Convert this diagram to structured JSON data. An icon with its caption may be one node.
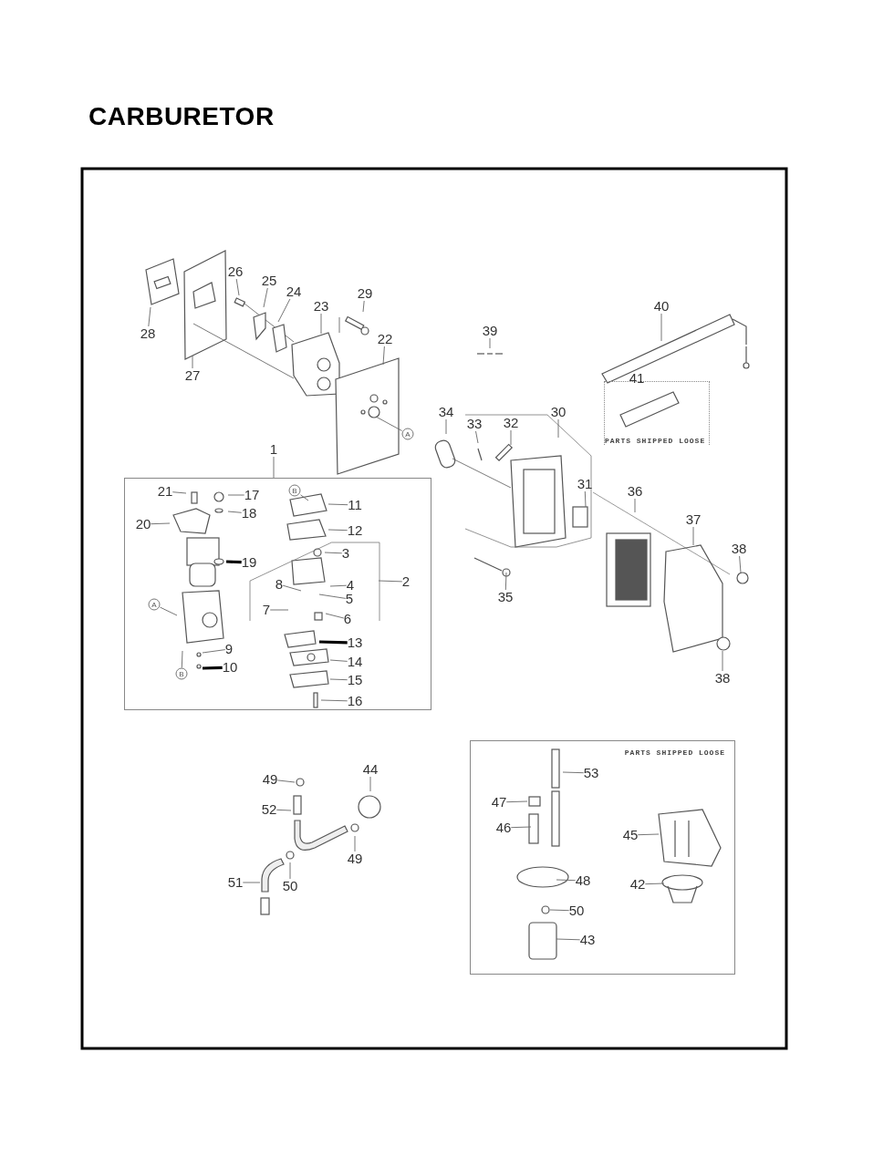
{
  "diagram": {
    "title": "CARBURETOR",
    "nodes": [
      {
        "text": [
          "28"
        ]
      },
      {
        "text": [
          "26"
        ]
      },
      {
        "text": [
          "25"
        ]
      },
      {
        "text": [
          "24"
        ]
      },
      {
        "text": [
          "23"
        ]
      },
      {
        "text": [
          "29"
        ]
      },
      {
        "text": [
          "22"
        ]
      },
      {
        "text": [
          "27"
        ]
      },
      {
        "text": [
          "A"
        ]
      },
      {
        "text": [
          "40"
        ]
      },
      {
        "text": [
          "39"
        ]
      },
      {
        "text": [
          "PARTS SHIPPED LOOSE"
        ]
      },
      {
        "text": [
          "41"
        ],
        "in": 11
      },
      {
        "text": [
          "34"
        ]
      },
      {
        "text": [
          "30"
        ]
      },
      {
        "text": [
          "33"
        ]
      },
      {
        "text": [
          "32"
        ]
      },
      {
        "text": [
          "1"
        ]
      },
      {
        "text": [],
        "shape": "box"
      },
      {
        "text": [
          "31"
        ]
      },
      {
        "text": [
          "36"
        ]
      },
      {
        "text": [
          "37"
        ]
      },
      {
        "text": [
          "38"
        ]
      },
      {
        "text": [
          "35"
        ]
      },
      {
        "text": [
          "38"
        ]
      },
      {
        "text": [
          "21"
        ],
        "in": 18
      },
      {
        "text": [
          "17"
        ],
        "in": 18
      },
      {
        "text": [
          "B"
        ],
        "in": 18
      },
      {
        "text": [
          "11"
        ],
        "in": 18
      },
      {
        "text": [
          "18"
        ],
        "in": 18
      },
      {
        "text": [
          "20"
        ],
        "in": 18
      },
      {
        "text": [
          "12"
        ],
        "in": 18
      },
      {
        "text": [],
        "shape": "bracket",
        "in": 18
      },
      {
        "text": [
          "3"
        ],
        "in": 32
      },
      {
        "text": [
          "19"
        ],
        "in": 18
      },
      {
        "text": [
          "2"
        ],
        "in": 18
      },
      {
        "text": [
          "4"
        ],
        "in": 32
      },
      {
        "text": [
          "8"
        ],
        "in": 32
      },
      {
        "text": [
          "5"
        ],
        "in": 32
      },
      {
        "text": [
          "7"
        ],
        "in": 32
      },
      {
        "text": [
          "6"
        ],
        "in": 32
      },
      {
        "text": [
          "A"
        ],
        "in": 18
      },
      {
        "text": [
          "13"
        ],
        "in": 18
      },
      {
        "text": [
          "9"
        ],
        "in": 18
      },
      {
        "text": [
          "14"
        ],
        "in": 18
      },
      {
        "text": [
          "10"
        ],
        "in": 18
      },
      {
        "text": [
          "B"
        ],
        "in": 18
      },
      {
        "text": [
          "15"
        ],
        "in": 18
      },
      {
        "text": [
          "16"
        ],
        "in": 18
      },
      {
        "text": [
          "PARTS SHIPPED LOOSE"
        ]
      },
      {
        "text": [
          "44"
        ]
      },
      {
        "text": [
          "49"
        ]
      },
      {
        "text": [
          "52"
        ]
      },
      {
        "text": [
          "49"
        ]
      },
      {
        "text": [
          "51"
        ]
      },
      {
        "text": [
          "50"
        ]
      },
      {
        "text": [
          "53"
        ],
        "in": 49
      },
      {
        "text": [
          "47"
        ],
        "in": 49
      },
      {
        "text": [
          "46"
        ],
        "in": 49
      },
      {
        "text": [
          "45"
        ],
        "in": 49
      },
      {
        "text": [
          "48"
        ],
        "in": 49
      },
      {
        "text": [
          "42"
        ],
        "in": 49
      },
      {
        "text": [
          "50"
        ],
        "in": 49
      },
      {
        "text": [
          "43"
        ],
        "in": 49
      }
    ],
    "edges": [
      {
        "from": 0,
        "to": null,
        "arrow": "none"
      },
      {
        "from": 1,
        "to": null,
        "arrow": "none"
      },
      {
        "from": 2,
        "to": null,
        "arrow": "none"
      },
      {
        "from": 3,
        "to": null,
        "arrow": "none"
      },
      {
        "from": 4,
        "to": null,
        "arrow": "none"
      },
      {
        "from": 5,
        "to": null,
        "arrow": "none"
      },
      {
        "from": 6,
        "to": null,
        "arrow": "none"
      },
      {
        "from": 7,
        "to": null,
        "arrow": "none"
      },
      {
        "from": 8,
        "to": null,
        "arrow": "none"
      },
      {
        "from": 9,
        "to": null,
        "arrow": "none"
      },
      {
        "from": 10,
        "to": null,
        "arrow": "none"
      },
      {
        "from": 13,
        "to": null,
        "arrow": "none"
      },
      {
        "from": 14,
        "to": null,
        "arrow": "none"
      },
      {
        "from": 15,
        "to": null,
        "arrow": "none"
      },
      {
        "from": 16,
        "to": null,
        "arrow": "none"
      },
      {
        "from": 17,
        "to": 18,
        "arrow": "none"
      },
      {
        "from": 19,
        "to": null,
        "arrow": "none"
      },
      {
        "from": 20,
        "to": null,
        "arrow": "none"
      },
      {
        "from": 21,
        "to": null,
        "arrow": "none"
      },
      {
        "from": 22,
        "to": null,
        "arrow": "none"
      },
      {
        "from": 23,
        "to": null,
        "arrow": "none"
      },
      {
        "from": 24,
        "to": null,
        "arrow": "none"
      },
      {
        "from": 25,
        "to": null,
        "arrow": "none"
      },
      {
        "from": 26,
        "to": null,
        "arrow": "none"
      },
      {
        "from": 27,
        "to": null,
        "arrow": "none"
      },
      {
        "from": 28,
        "to": null,
        "arrow": "none"
      },
      {
        "from": 29,
        "to": null,
        "arrow": "none"
      },
      {
        "from": 30,
        "to": null,
        "arrow": "none"
      },
      {
        "from": 31,
        "to": null,
        "arrow": "none"
      },
      {
        "from": 33,
        "to": null,
        "arrow": "none"
      },
      {
        "from": 34,
        "to": null,
        "arrow": "none",
        "style": "thick",
        "color": "#000000"
      },
      {
        "from": 35,
        "to": 32,
        "arrow": "none"
      },
      {
        "from": 36,
        "to": null,
        "arrow": "none"
      },
      {
        "from": 37,
        "to": null,
        "arrow": "none"
      },
      {
        "from": 38,
        "to": null,
        "arrow": "none"
      },
      {
        "from": 39,
        "to": null,
        "arrow": "none"
      },
      {
        "from": 40,
        "to": null,
        "arrow": "none"
      },
      {
        "from": 41,
        "to": null,
        "arrow": "none"
      },
      {
        "from": 42,
        "to": null,
        "arrow": "none",
        "style": "thick",
        "color": "#000000"
      },
      {
        "from": 43,
        "to": null,
        "arrow": "none"
      },
      {
        "from": 44,
        "to": null,
        "arrow": "none"
      },
      {
        "from": 45,
        "to": null,
        "arrow": "none",
        "style": "thick",
        "color": "#000000"
      },
      {
        "from": 46,
        "to": null,
        "arrow": "none"
      },
      {
        "from": 47,
        "to": null,
        "arrow": "none"
      },
      {
        "from": 48,
        "to": null,
        "arrow": "none"
      },
      {
        "from": 50,
        "to": null,
        "arrow": "none"
      },
      {
        "from": 51,
        "to": null,
        "arrow": "none"
      },
      {
        "from": 52,
        "to": null,
        "arrow": "none"
      },
      {
        "from": 53,
        "to": null,
        "arrow": "none"
      },
      {
        "from": 54,
        "to": null,
        "arrow": "none"
      },
      {
        "from": 55,
        "to": null,
        "arrow": "none"
      },
      {
        "from": 56,
        "to": null,
        "arrow": "none"
      },
      {
        "from": 57,
        "to": null,
        "arrow": "none"
      },
      {
        "from": 58,
        "to": null,
        "arrow": "none"
      },
      {
        "from": 59,
        "to": null,
        "arrow": "none"
      },
      {
        "from": 60,
        "to": null,
        "arrow": "none"
      },
      {
        "from": 61,
        "to": null,
        "arrow": "none"
      },
      {
        "from": 62,
        "to": null,
        "arrow": "none"
      },
      {
        "from": 63,
        "to": null,
        "arrow": "none"
      }
    ]
  }
}
